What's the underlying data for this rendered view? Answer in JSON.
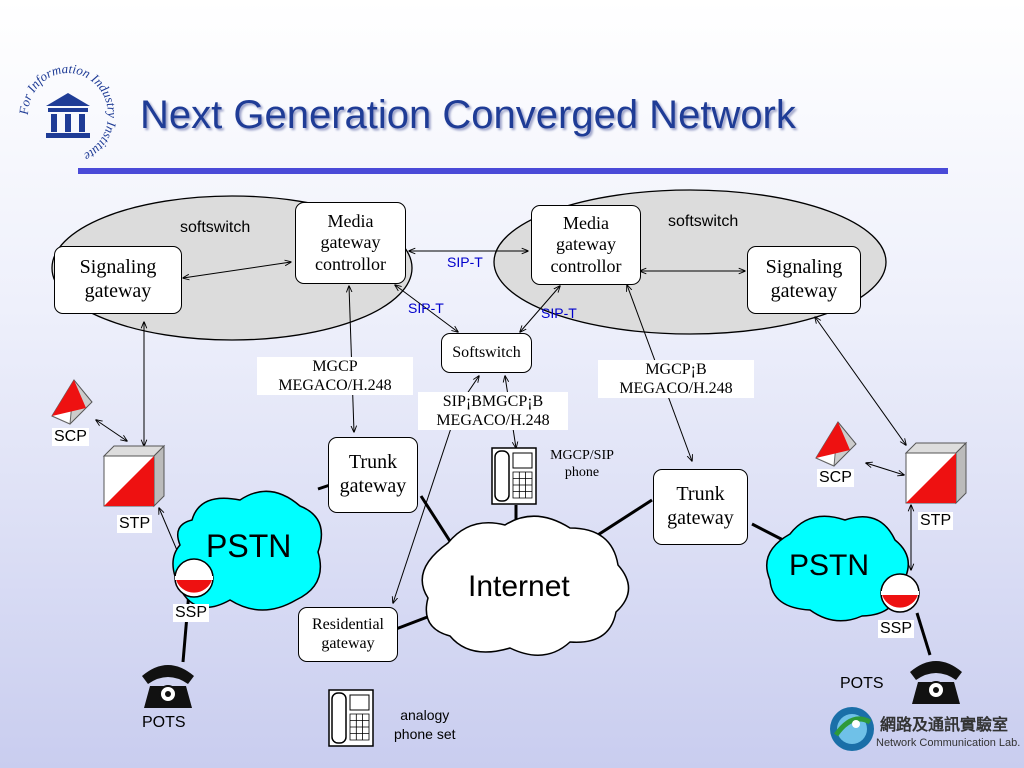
{
  "title": "Next Generation Converged Network",
  "logo": {
    "ring_text": "For Information Industry Institute",
    "icon": "institute-building-icon"
  },
  "softswitch_left": "softswitch",
  "softswitch_right": "softswitch",
  "boxes": {
    "sg_left": "Signaling\ngateway",
    "mgc_left": "Media\ngateway\ncontrollor",
    "mgc_right": "Media\ngateway\ncontrollor",
    "sg_right": "Signaling\ngateway",
    "softswitch": "Softswitch",
    "trunk_left": "Trunk\ngateway",
    "trunk_right": "Trunk\ngateway",
    "residential": "Residential\ngateway"
  },
  "protocols": {
    "sipt_top": "SIP-T",
    "sipt_left": "SIP-T",
    "sipt_right": "SIP-T",
    "mgcp_left": "MGCP\nMEGACO/H.248",
    "mgcp_right": "MGCP¡B\nMEGACO/H.248",
    "sip_center": "SIP¡BMGCP¡B\nMEGACO/H.248",
    "mgcp_sip_phone": "MGCP/SIP\nphone"
  },
  "nodes": {
    "scp_left": "SCP",
    "stp_left": "STP",
    "ssp_left": "SSP",
    "pots_left": "POTS",
    "scp_right": "SCP",
    "stp_right": "STP",
    "ssp_right": "SSP",
    "pots_right": "POTS",
    "analog_phone": "analogy\nphone set"
  },
  "clouds": {
    "pstn_left": "PSTN",
    "internet": "Internet",
    "pstn_right": "PSTN"
  },
  "footer_logo": {
    "chinese": "網路及通訊實驗室",
    "english": "Network Communication Lab."
  },
  "colors": {
    "title": "#1f3c96",
    "rule": "#4a4ad8",
    "pstn": "#00ffff",
    "protocol_blue": "#0000cc",
    "stp_red": "#ff0000"
  }
}
